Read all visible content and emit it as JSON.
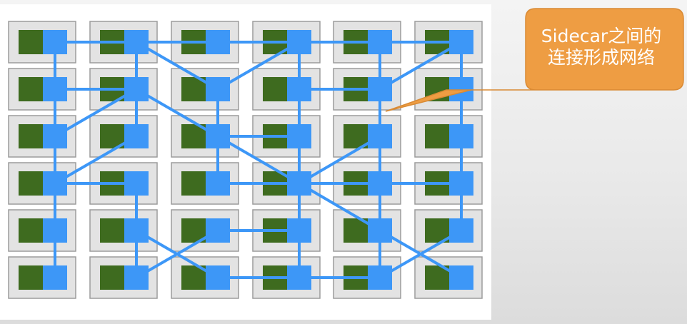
{
  "grid": {
    "rows": 6,
    "cols": 6
  },
  "colors": {
    "pod_fill": "#e3e3e3",
    "pod_border": "#9c9c9c",
    "app": "#3e6b1f",
    "sidecar": "#3d97f7",
    "link": "#3d97f7",
    "callout": "#ee9d43",
    "callout_border": "#d98a34"
  },
  "links": [
    [
      [
        0,
        0
      ],
      [
        0,
        1
      ]
    ],
    [
      [
        0,
        1
      ],
      [
        0,
        2
      ]
    ],
    [
      [
        0,
        2
      ],
      [
        0,
        3
      ]
    ],
    [
      [
        0,
        3
      ],
      [
        0,
        4
      ]
    ],
    [
      [
        0,
        4
      ],
      [
        0,
        5
      ]
    ],
    [
      [
        0,
        0
      ],
      [
        1,
        0
      ]
    ],
    [
      [
        1,
        0
      ],
      [
        2,
        0
      ]
    ],
    [
      [
        2,
        0
      ],
      [
        3,
        0
      ]
    ],
    [
      [
        3,
        0
      ],
      [
        4,
        0
      ]
    ],
    [
      [
        4,
        0
      ],
      [
        5,
        0
      ]
    ],
    [
      [
        0,
        1
      ],
      [
        1,
        1
      ]
    ],
    [
      [
        0,
        1
      ],
      [
        1,
        2
      ]
    ],
    [
      [
        1,
        0
      ],
      [
        1,
        1
      ]
    ],
    [
      [
        1,
        1
      ],
      [
        2,
        1
      ]
    ],
    [
      [
        1,
        1
      ],
      [
        2,
        0
      ]
    ],
    [
      [
        1,
        1
      ],
      [
        2,
        2
      ]
    ],
    [
      [
        2,
        1
      ],
      [
        3,
        0
      ]
    ],
    [
      [
        3,
        0
      ],
      [
        3,
        1
      ]
    ],
    [
      [
        3,
        1
      ],
      [
        4,
        1
      ]
    ],
    [
      [
        4,
        1
      ],
      [
        5,
        2
      ]
    ],
    [
      [
        0,
        3
      ],
      [
        1,
        2
      ]
    ],
    [
      [
        0,
        3
      ],
      [
        1,
        3
      ]
    ],
    [
      [
        1,
        2
      ],
      [
        2,
        2
      ]
    ],
    [
      [
        2,
        2
      ],
      [
        2,
        3
      ]
    ],
    [
      [
        2,
        2
      ],
      [
        3,
        2
      ]
    ],
    [
      [
        2,
        2
      ],
      [
        3,
        3
      ]
    ],
    [
      [
        1,
        3
      ],
      [
        1,
        4
      ]
    ],
    [
      [
        1,
        3
      ],
      [
        2,
        3
      ]
    ],
    [
      [
        2,
        3
      ],
      [
        3,
        3
      ]
    ],
    [
      [
        3,
        2
      ],
      [
        3,
        3
      ]
    ],
    [
      [
        3,
        3
      ],
      [
        4,
        3
      ]
    ],
    [
      [
        3,
        3
      ],
      [
        4,
        4
      ]
    ],
    [
      [
        3,
        3
      ],
      [
        3,
        4
      ]
    ],
    [
      [
        4,
        2
      ],
      [
        4,
        3
      ]
    ],
    [
      [
        4,
        2
      ],
      [
        5,
        1
      ]
    ],
    [
      [
        4,
        1
      ],
      [
        5,
        1
      ]
    ],
    [
      [
        5,
        2
      ],
      [
        5,
        3
      ]
    ],
    [
      [
        5,
        3
      ],
      [
        5,
        4
      ]
    ],
    [
      [
        4,
        3
      ],
      [
        5,
        3
      ]
    ],
    [
      [
        0,
        4
      ],
      [
        1,
        4
      ]
    ],
    [
      [
        1,
        4
      ],
      [
        2,
        4
      ]
    ],
    [
      [
        2,
        4
      ],
      [
        3,
        3
      ]
    ],
    [
      [
        2,
        4
      ],
      [
        3,
        4
      ]
    ],
    [
      [
        3,
        4
      ],
      [
        4,
        4
      ]
    ],
    [
      [
        4,
        4
      ],
      [
        5,
        4
      ]
    ],
    [
      [
        4,
        4
      ],
      [
        5,
        5
      ]
    ],
    [
      [
        3,
        4
      ],
      [
        3,
        5
      ]
    ],
    [
      [
        3,
        5
      ],
      [
        4,
        5
      ]
    ],
    [
      [
        4,
        5
      ],
      [
        5,
        4
      ]
    ],
    [
      [
        0,
        5
      ],
      [
        1,
        5
      ]
    ],
    [
      [
        1,
        5
      ],
      [
        2,
        5
      ]
    ],
    [
      [
        0,
        5
      ],
      [
        1,
        4
      ]
    ],
    [
      [
        2,
        5
      ],
      [
        3,
        5
      ]
    ]
  ],
  "callout": {
    "lines": [
      "Sidecar之间的",
      "连接形成网络"
    ]
  }
}
